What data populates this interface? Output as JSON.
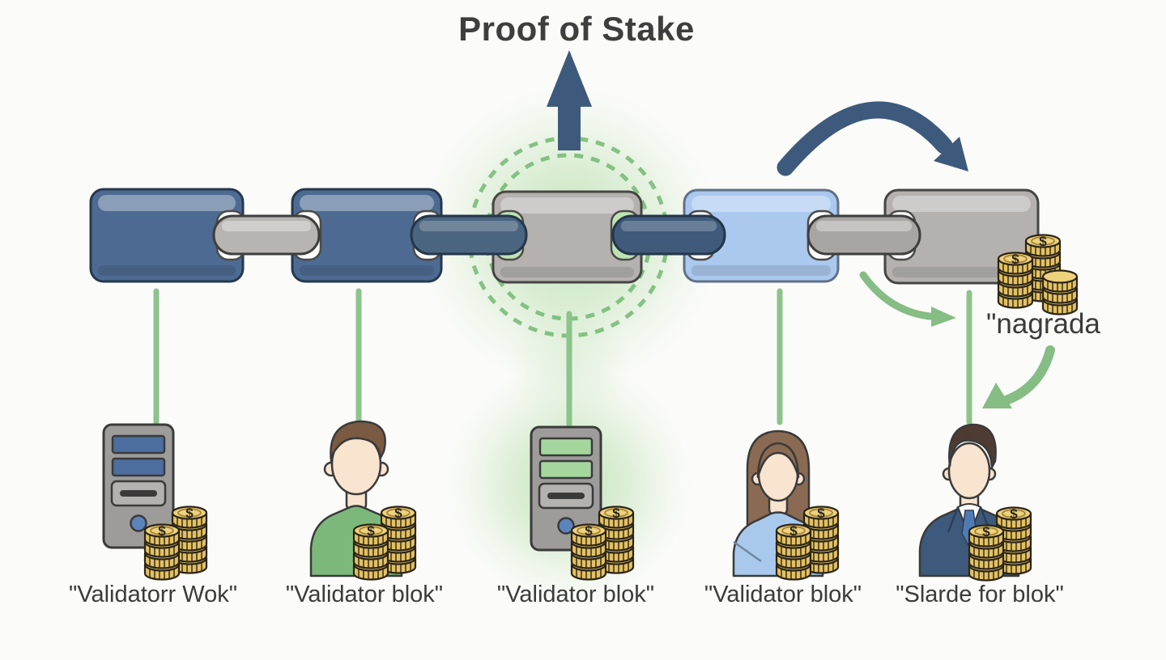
{
  "title": "Proof of Stake",
  "annotations": {
    "reward_label": "\"nagrada"
  },
  "icons": {
    "coin_symbol": "$"
  },
  "validators": [
    {
      "label": "\"Validatorr Wok\"",
      "icon": "computer-tower-blue"
    },
    {
      "label": "\"Validator blok\"",
      "icon": "person-green-shirt"
    },
    {
      "label": "\"Validator blok\"",
      "icon": "computer-tower-green-selected"
    },
    {
      "label": "\"Validator blok\"",
      "icon": "woman-blue-shirt"
    },
    {
      "label": "\"Slarde for blok\"",
      "icon": "man-suit"
    }
  ],
  "colors": {
    "navy": "#3d5a7d",
    "block_blue": "#4d6b92",
    "block_light_blue": "#abc8ee",
    "block_gray": "#b4b1ae",
    "green": "#85bd85",
    "coin_gold": "#e8c763",
    "text": "#3b3b3b",
    "background": "#fbfbf9"
  }
}
